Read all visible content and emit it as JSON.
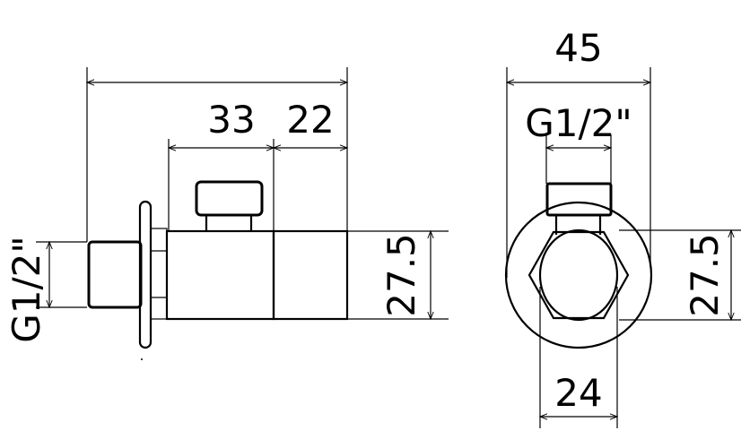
{
  "side_view": {
    "overall_length_label": "",
    "dim_handle_offset": "33",
    "dim_end_length": "22",
    "dim_body_height": "27.5",
    "dim_thread": "G1/2\""
  },
  "front_view": {
    "dim_width": "45",
    "dim_thread": "G1/2\"",
    "dim_body_height": "27.5",
    "dim_hex": "24"
  }
}
